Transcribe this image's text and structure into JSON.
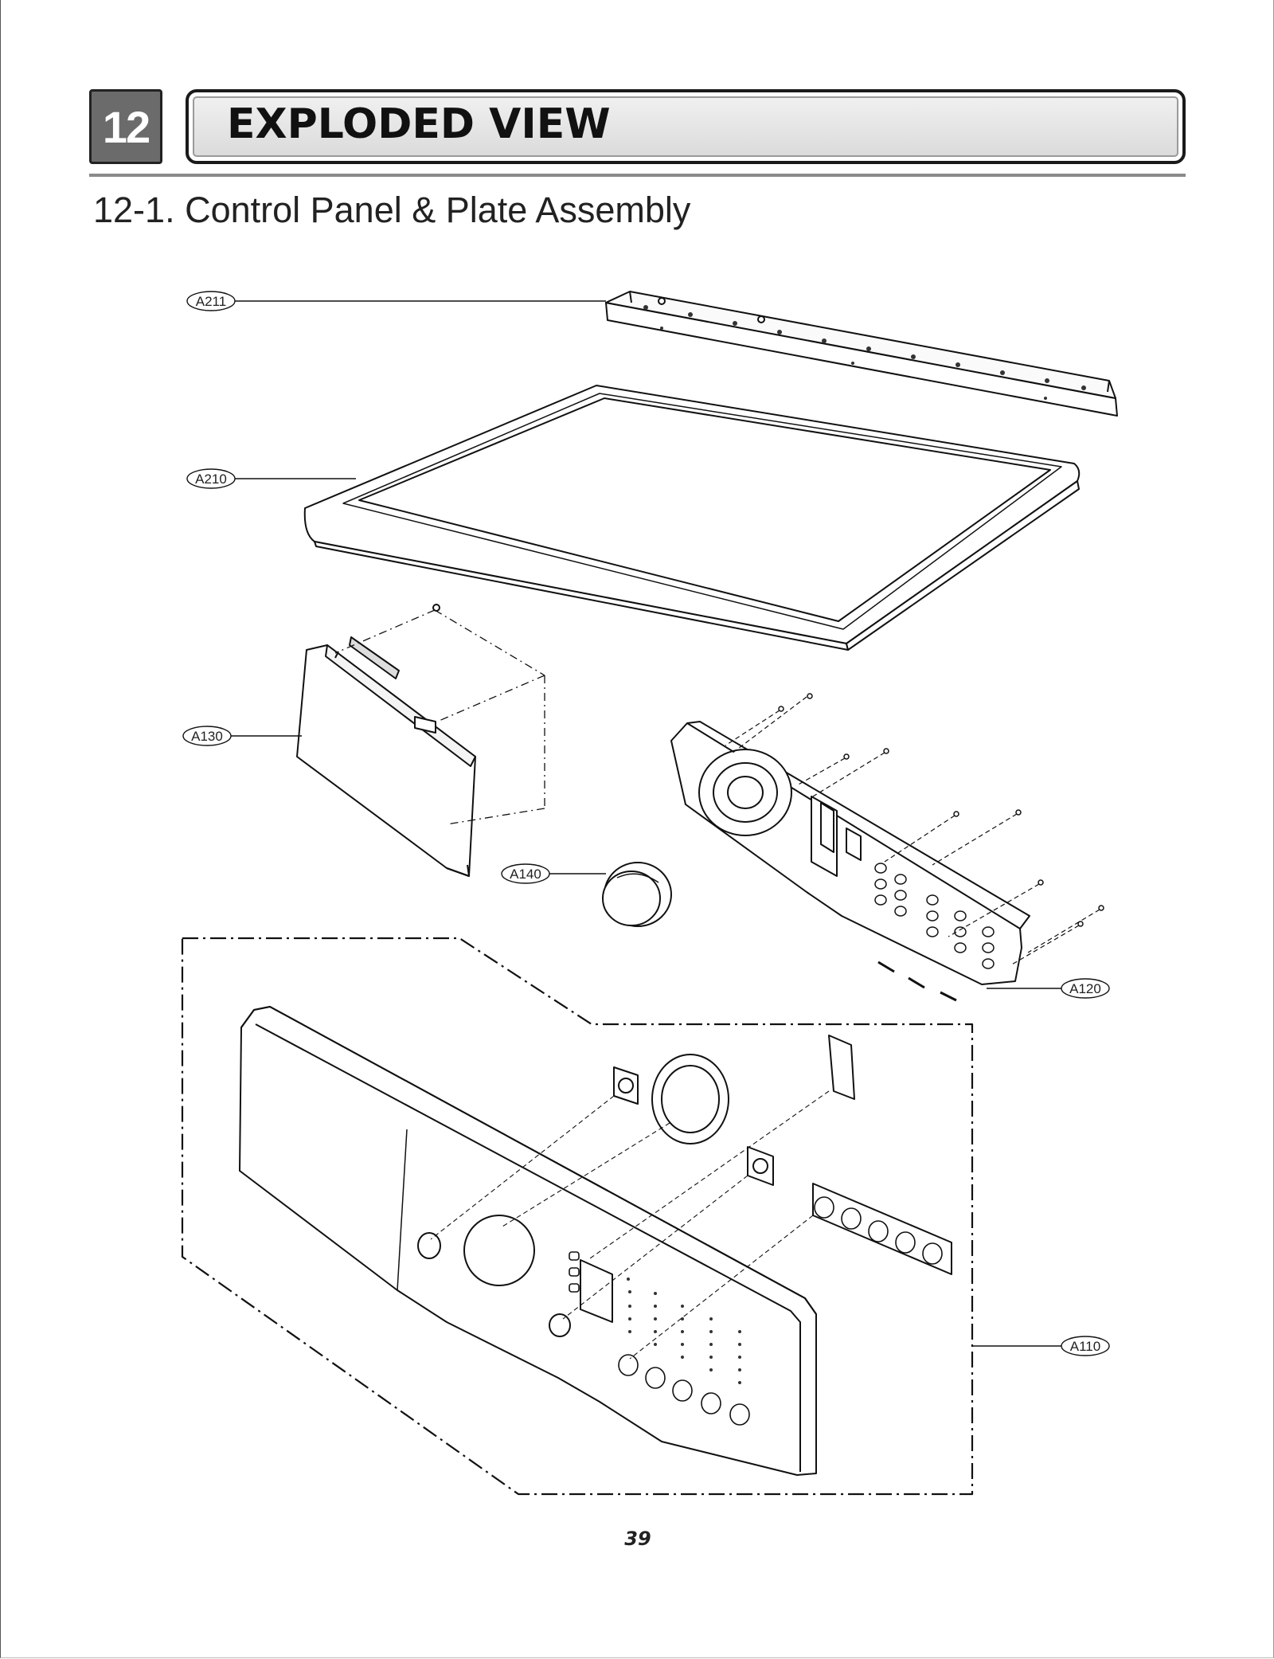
{
  "header": {
    "chapter_number": "12",
    "chapter_title": "EXPLODED VIEW"
  },
  "section": {
    "title": "12-1. Control Panel & Plate Assembly"
  },
  "callouts": [
    {
      "id": "A211",
      "label": "A211"
    },
    {
      "id": "A210",
      "label": "A210"
    },
    {
      "id": "A130",
      "label": "A130"
    },
    {
      "id": "A140",
      "label": "A140"
    },
    {
      "id": "A120",
      "label": "A120"
    },
    {
      "id": "A110",
      "label": "A110"
    }
  ],
  "footer": {
    "page_number": "39"
  }
}
